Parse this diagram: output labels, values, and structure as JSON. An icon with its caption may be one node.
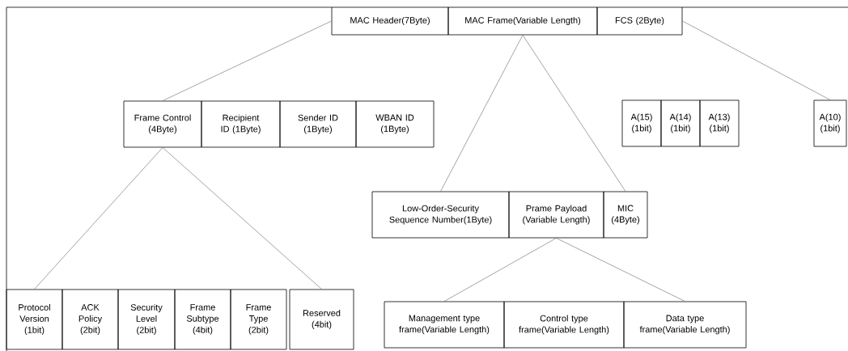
{
  "diagram": {
    "nodes": [
      {
        "text": [
          "MAC Header(7Byte)"
        ]
      },
      {
        "text": [
          "MAC Frame(Variable Length)"
        ]
      },
      {
        "text": [
          "FCS (2Byte)"
        ]
      },
      {
        "text": [
          "Frame Control (4Byte)"
        ]
      },
      {
        "text": [
          "Recipient ID (1Byte)"
        ]
      },
      {
        "text": [
          "Sender ID (1Byte)"
        ]
      },
      {
        "text": [
          "WBAN ID (1Byte)"
        ]
      },
      {
        "text": [
          "A(15) (1bit)"
        ]
      },
      {
        "text": [
          "A(14) (1bit)"
        ]
      },
      {
        "text": [
          "A(13) (1bit)"
        ]
      },
      {
        "text": [
          "A(10) (1bit)"
        ]
      },
      {
        "text": [
          "Low-Order-Security Sequence Number(1Byte)"
        ]
      },
      {
        "text": [
          "Prame Payload (Variable Length)"
        ]
      },
      {
        "text": [
          "MIC (4Byte)"
        ]
      },
      {
        "text": [
          "Protocol Version (1bit)"
        ]
      },
      {
        "text": [
          "ACK Policy (2bit)"
        ]
      },
      {
        "text": [
          "Security Level (2bit)"
        ]
      },
      {
        "text": [
          "Frame Subtype (4bit)"
        ]
      },
      {
        "text": [
          "Frame Type (2bit)"
        ]
      },
      {
        "text": [
          "Reserved (4bit)"
        ]
      },
      {
        "text": [
          "Management type frame(Variable Length)"
        ]
      },
      {
        "text": [
          "Control type frame(Variable Length)"
        ]
      },
      {
        "text": [
          "Data type frame(Variable Length)"
        ]
      }
    ],
    "edges": [
      {
        "from": 0,
        "to": 3,
        "arrow": "none"
      },
      {
        "from": 1,
        "to": 11,
        "arrow": "none"
      },
      {
        "from": 1,
        "to": 13,
        "arrow": "none"
      },
      {
        "from": 2,
        "to": 10,
        "arrow": "none"
      },
      {
        "from": 3,
        "to": 14,
        "arrow": "none"
      },
      {
        "from": 3,
        "to": 19,
        "arrow": "none"
      },
      {
        "from": 12,
        "to": 20,
        "arrow": "none"
      },
      {
        "from": 12,
        "to": 22,
        "arrow": "none"
      }
    ]
  }
}
